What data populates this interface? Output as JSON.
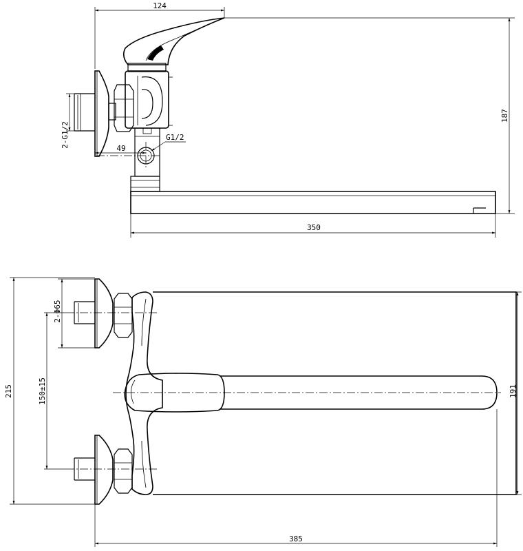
{
  "drawing": {
    "side_view": {
      "dim_width_top": "124",
      "dim_height": "187",
      "dim_spout_length": "350",
      "dim_offset": "49",
      "thread_inlet": "2-G1/2",
      "thread_outlet": "G1/2"
    },
    "top_view": {
      "dim_total_width": "215",
      "dim_inlet_spacing": "150±15",
      "dim_flange": "2-Φ65",
      "dim_spout_width": "191",
      "dim_total_length": "385"
    }
  }
}
